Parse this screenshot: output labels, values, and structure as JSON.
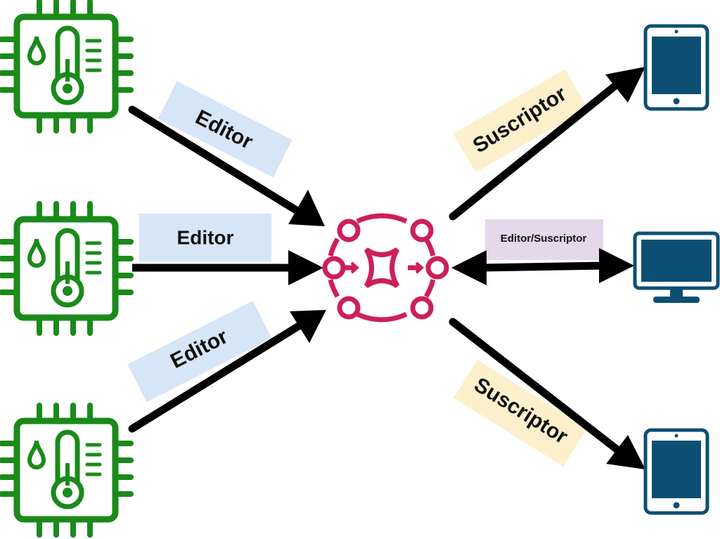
{
  "colors": {
    "sensor": "#1a8a1a",
    "device": "#0d4f73",
    "hub": "#cc1f5c",
    "arrow": "#000000",
    "editor_label_bg": "#d6e6f6",
    "subscriber_label_bg": "#fcf0cc",
    "bidirectional_label_bg": "#e4d8ea"
  },
  "icons": {
    "sensor": "temperature-sensor-chip-icon",
    "hub": "message-broker-icon",
    "tablet": "tablet-icon",
    "monitor": "desktop-monitor-icon"
  },
  "labels": {
    "publisher_top": "Editor",
    "publisher_middle": "Editor",
    "publisher_bottom": "Editor",
    "subscriber_top": "Suscriptor",
    "bidirectional": "Editor/Suscriptor",
    "subscriber_bottom": "Suscriptor"
  }
}
